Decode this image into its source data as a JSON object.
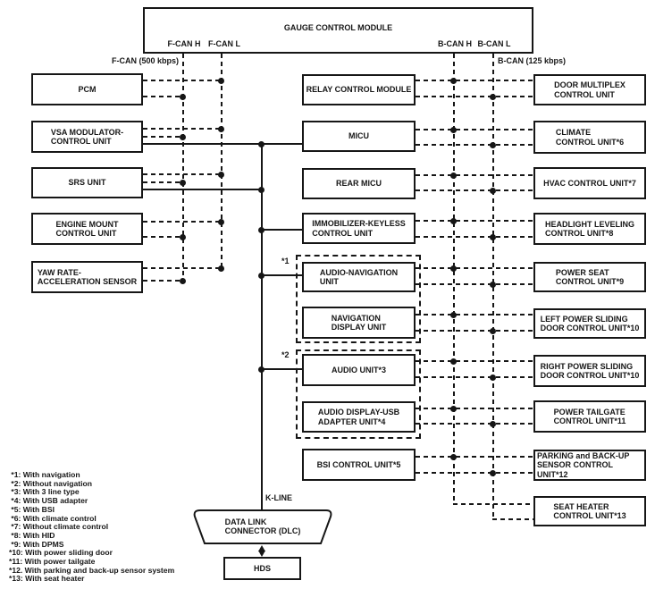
{
  "page": {
    "background": "#ffffff",
    "line_color": "#161616"
  },
  "gauge_module": {
    "label": "GAUGE CONTROL MODULE",
    "pin_fcan_h": "F-CAN H",
    "pin_fcan_l": "F-CAN L",
    "pin_bcan_h": "B-CAN H",
    "pin_bcan_l": "B-CAN L"
  },
  "bus_labels": {
    "fcan_speed": "F-CAN (500 kbps)",
    "bcan_speed": "B-CAN (125 kbps)",
    "k_line": "K-LINE"
  },
  "group_labels": {
    "with_navigation": "*1",
    "without_navigation": "*2"
  },
  "nodes": {
    "pcm": "PCM",
    "vsa": "VSA MODULATOR-\nCONTROL UNIT",
    "srs": "SRS UNIT",
    "engine_mount": "ENGINE MOUNT\nCONTROL UNIT",
    "yaw_rate": "YAW RATE-\nACCELERATION SENSOR",
    "relay": "RELAY CONTROL MODULE",
    "micu": "MICU",
    "rear_micu": "REAR MICU",
    "immobilizer": "IMMOBILIZER-KEYLESS\nCONTROL UNIT",
    "audio_nav": "AUDIO-NAVIGATION\nUNIT",
    "nav_display": "NAVIGATION\nDISPLAY UNIT",
    "audio": "AUDIO UNIT*3",
    "audio_usb": "AUDIO DISPLAY-USB\nADAPTER UNIT*4",
    "bsi": "BSI CONTROL UNIT*5",
    "door_multiplex": "DOOR MULTIPLEX\nCONTROL UNIT",
    "climate": "CLIMATE\nCONTROL UNIT*6",
    "hvac": "HVAC CONTROL UNIT*7",
    "headlight": "HEADLIGHT LEVELING\nCONTROL UNIT*8",
    "power_seat": "POWER SEAT\nCONTROL UNIT*9",
    "left_slide_door": "LEFT POWER SLIDING\nDOOR CONTROL UNIT*10",
    "right_slide_door": "RIGHT POWER SLIDING\nDOOR CONTROL UNIT*10",
    "tailgate": "POWER TAILGATE\nCONTROL UNIT*11",
    "parking": "PARKING and BACK-UP\nSENSOR CONTROL UNIT*12",
    "seat_heater": "SEAT HEATER\nCONTROL UNIT*13",
    "dlc": "DATA LINK\nCONNECTOR (DLC)",
    "hds": "HDS"
  },
  "footnotes": {
    "lines": [
      " *1: With navigation",
      " *2: Without navigation",
      " *3: With 3 line type",
      " *4: With USB adapter",
      " *5: With BSI",
      " *6: With climate control",
      " *7: Without climate control",
      " *8: With HID",
      " *9: With DPMS",
      "*10: With power sliding door",
      "*11: With power tailgate",
      "*12. With parking and back-up sensor system",
      "*13: With seat heater"
    ]
  }
}
